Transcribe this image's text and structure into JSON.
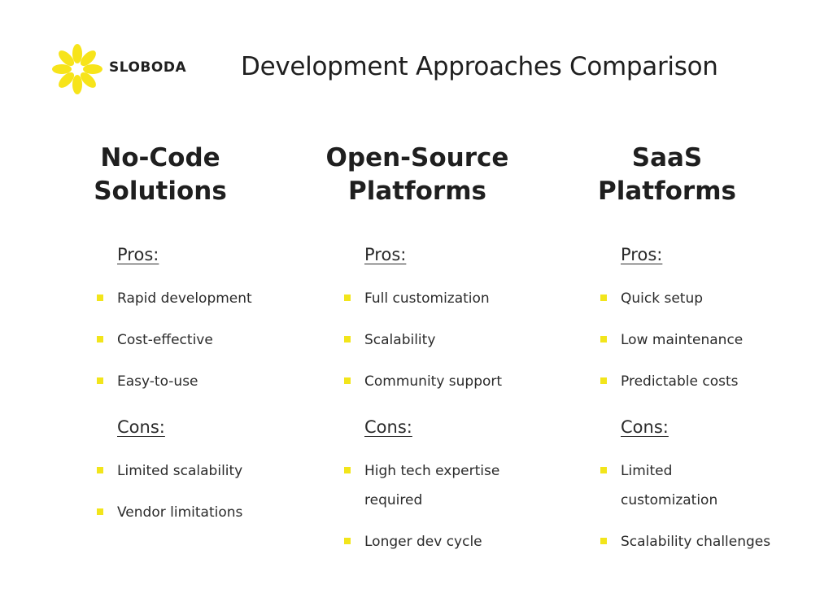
{
  "brand": {
    "name": "SLOBODA",
    "accent": "#f2e51b"
  },
  "title": "Development Approaches Comparison",
  "columns": [
    {
      "heading_line1": "No-Code",
      "heading_line2": "Solutions",
      "pros_label": "Pros:",
      "pros": [
        "Rapid development",
        "Cost-effective",
        "Easy-to-use"
      ],
      "cons_label": "Cons:",
      "cons": [
        "Limited scalability",
        "Vendor limitations"
      ]
    },
    {
      "heading_line1": "Open-Source",
      "heading_line2": "Platforms",
      "pros_label": "Pros:",
      "pros": [
        "Full customization",
        "Scalability",
        "Community support"
      ],
      "cons_label": "Cons:",
      "cons": [
        "High tech expertise",
        " required",
        "Longer dev cycle"
      ]
    },
    {
      "heading_line1": "SaaS",
      "heading_line2": "Platforms",
      "pros_label": "Pros:",
      "pros": [
        "Quick setup",
        "Low maintenance",
        "Predictable costs"
      ],
      "cons_label": "Cons:",
      "cons": [
        "Limited",
        "customization",
        "Scalability challenges"
      ]
    }
  ]
}
